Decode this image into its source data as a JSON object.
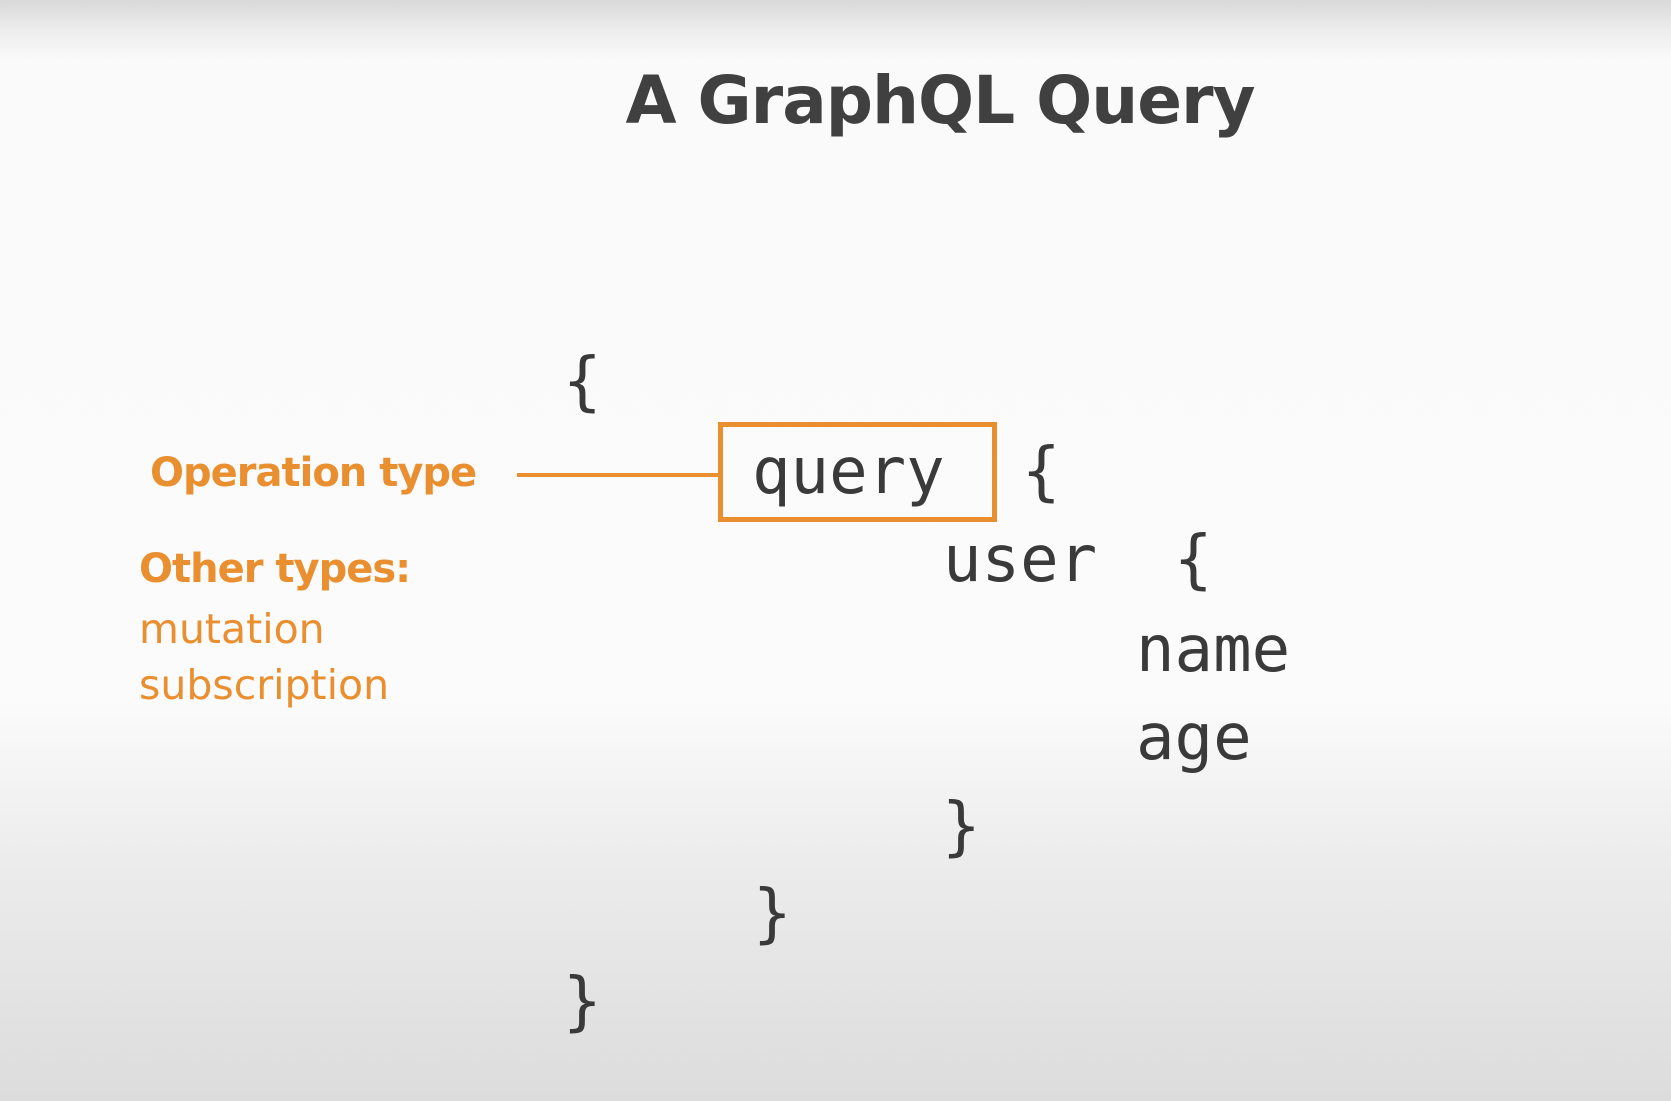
{
  "title": "A GraphQL Query",
  "code": {
    "line1": "{",
    "line2_keyword": "query",
    "line2_brace": "{",
    "line3_field": "user",
    "line3_brace": "{",
    "line4": "name",
    "line5": "age",
    "line6": "}",
    "line7": "}",
    "line8": "}"
  },
  "annotation": {
    "operation_type_label": "Operation type",
    "other_types_heading": "Other types:",
    "other_types": [
      "mutation",
      "subscription"
    ]
  },
  "colors": {
    "accent": "#e98f30",
    "text": "#3a3a3a",
    "title": "#404040"
  }
}
